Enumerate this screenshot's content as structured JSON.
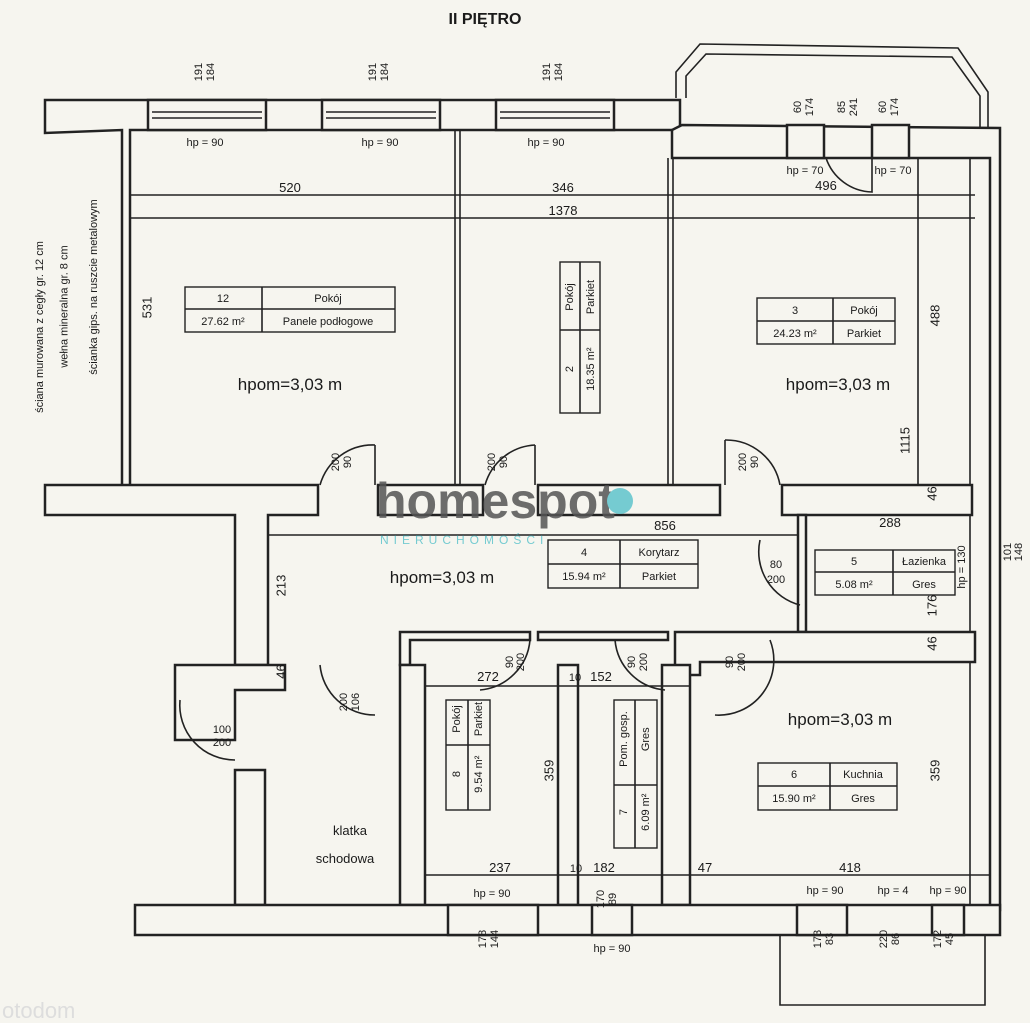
{
  "title": "II PIĘTRO",
  "legend": [
    "ściana murowana z cegły gr. 12 cm",
    "wełna mineralna gr. 8 cm",
    "ścianka gips. na ruszcie metalowym"
  ],
  "rooms": [
    {
      "number": "12",
      "name": "Pokój",
      "area": "27.62 m²",
      "floor": "Panele podłogowe"
    },
    {
      "number": "2",
      "name": "Pokój",
      "area": "18.35 m²",
      "floor": "Parkiet"
    },
    {
      "number": "3",
      "name": "Pokój",
      "area": "24.23 m²",
      "floor": "Parkiet"
    },
    {
      "number": "4",
      "name": "Korytarz",
      "area": "15.94 m²",
      "floor": "Parkiet"
    },
    {
      "number": "5",
      "name": "Łazienka",
      "area": "5.08 m²",
      "floor": "Gres"
    },
    {
      "number": "6",
      "name": "Kuchnia",
      "area": "15.90 m²",
      "floor": "Gres"
    },
    {
      "number": "7",
      "name": "Pom. gosp.",
      "area": "6.09 m²",
      "floor": "Gres"
    },
    {
      "number": "8",
      "name": "Pokój",
      "area": "9.54 m²",
      "floor": "Parkiet"
    }
  ],
  "height_label": "hpom=3,03 m",
  "staircase": [
    "klatka",
    "schodowa"
  ],
  "dims": {
    "w191": "191",
    "w184": "184",
    "w60": "60",
    "w174": "174",
    "w85": "85",
    "w241": "241",
    "hp90": "hp = 90",
    "hp70": "hp = 70",
    "hp4": "hp = 4",
    "hp130": "hp = 130",
    "d520": "520",
    "d346": "346",
    "d1378": "1378",
    "d496": "496",
    "d531": "531",
    "d488": "488",
    "d1115": "1115",
    "d46": "46",
    "d856": "856",
    "d288": "288",
    "d213": "213",
    "d176": "176",
    "d272": "272",
    "d10": "10",
    "d152": "152",
    "d359": "359",
    "d237": "237",
    "d182": "182",
    "d47": "47",
    "d418": "418",
    "door90": "90",
    "door200": "200",
    "door80": "80",
    "door106": "106",
    "door100": "100",
    "w101": "101",
    "w148": "148",
    "w170": "170",
    "w89": "89",
    "w144": "144",
    "w178": "178",
    "w83": "83",
    "w173": "173",
    "w86": "86",
    "w220": "220",
    "w45": "45",
    "w172": "172"
  },
  "watermark": {
    "brand": "homespot",
    "sub": "NIERUCHOMOŚCI",
    "corner": "otodom"
  },
  "colors": {
    "paper": "#f6f5ef",
    "ink": "#222222",
    "brand": "#5fc4cc",
    "brand_text": "#555555"
  }
}
